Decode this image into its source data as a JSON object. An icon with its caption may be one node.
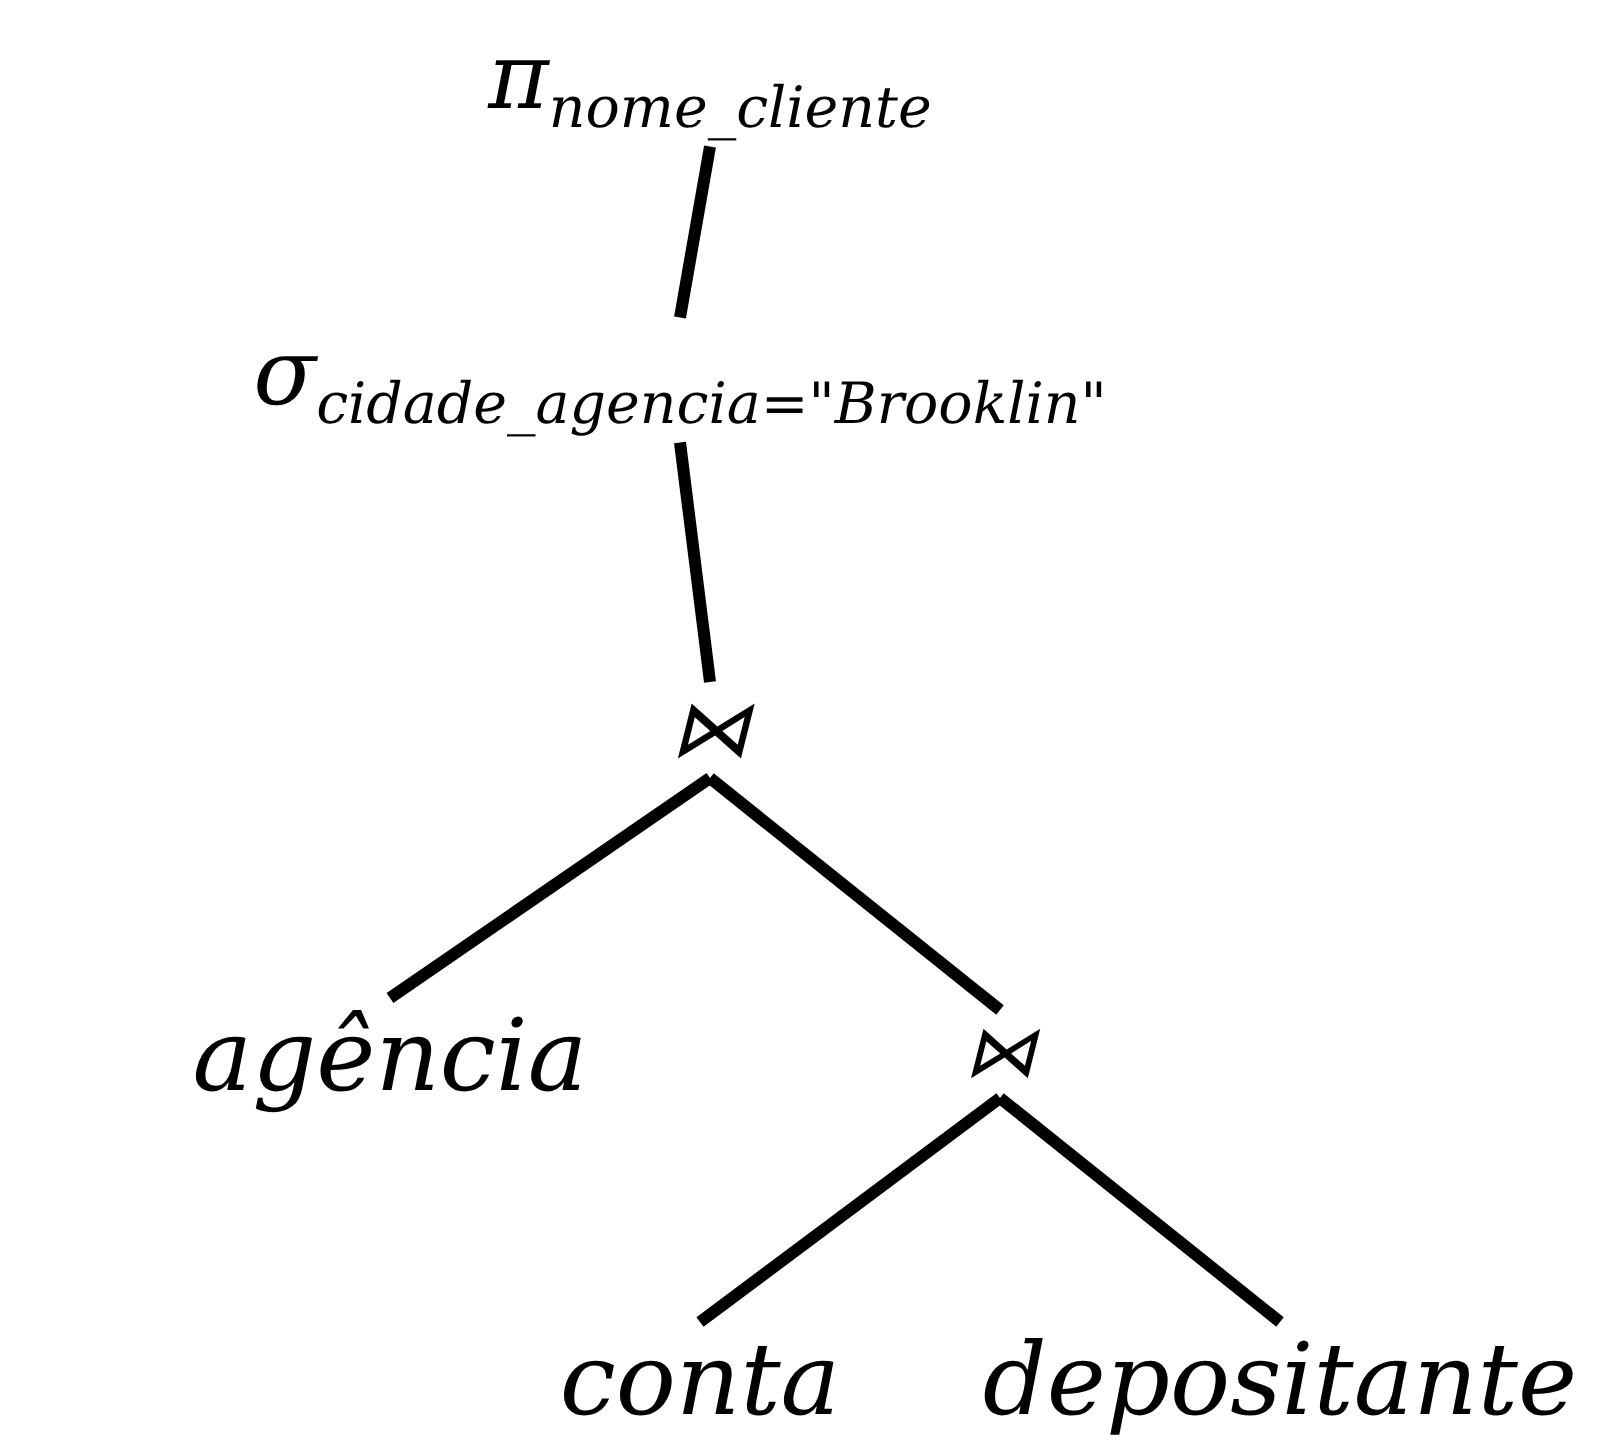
{
  "diagram": {
    "nodes": [
      {
        "text": [
          "π$_{nome_cliente}$"
        ]
      },
      {
        "text": [
          "σ$_{cidade_agencia=\"Brooklin\"}$"
        ]
      },
      {
        "text": [
          "⋈"
        ]
      },
      {
        "text": [
          "agência"
        ]
      },
      {
        "text": [
          "⋈"
        ]
      },
      {
        "text": [
          "conta"
        ]
      },
      {
        "text": [
          "depositante"
        ]
      }
    ],
    "edges": [
      {
        "from": 0,
        "to": 1,
        "arrow": "none"
      },
      {
        "from": 1,
        "to": 2,
        "arrow": "none"
      },
      {
        "from": 2,
        "to": 3,
        "arrow": "none"
      },
      {
        "from": 2,
        "to": 4,
        "arrow": "none"
      },
      {
        "from": 4,
        "to": 5,
        "arrow": "none"
      },
      {
        "from": 4,
        "to": 6,
        "arrow": "none"
      }
    ]
  }
}
